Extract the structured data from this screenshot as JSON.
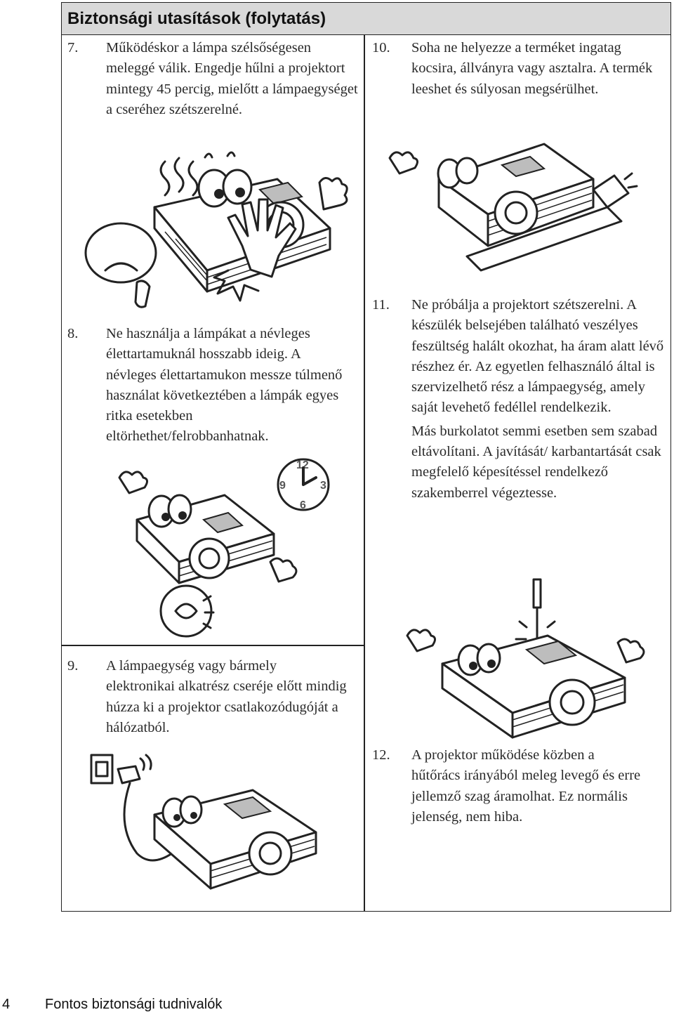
{
  "header": {
    "title": "Biztonsági utasítások (folytatás)"
  },
  "items": [
    {
      "num": "7.",
      "paragraphs": [
        "Működéskor a lámpa szélsőségesen meleggé válik. Engedje hűlni a projektort mintegy 45 percig, mielőtt a lámpaegységet a cseréhez szétszerelné."
      ]
    },
    {
      "num": "8.",
      "paragraphs": [
        "Ne használja a lámpákat a névleges élettartamuknál hosszabb ideig. A névleges élettartamukon messze túlmenő használat következtében a lámpák egyes ritka esetekben eltörhethet/felrobbanhatnak."
      ]
    },
    {
      "num": "9.",
      "paragraphs": [
        "A lámpaegység vagy bármely elektronikai alkatrész cseréje előtt mindig húzza ki a projektor csatlakozódugóját a hálózatból."
      ]
    },
    {
      "num": "10.",
      "paragraphs": [
        "Soha ne helyezze a terméket ingatag kocsira, állványra vagy asztalra. A termék leeshet és súlyosan megsérülhet."
      ]
    },
    {
      "num": "11.",
      "paragraphs": [
        "Ne próbálja a projektort szétszerelni. A készülék belsejében található veszélyes feszültség halált okozhat, ha áram alatt lévő részhez ér. Az egyetlen felhasználó által is szervizelhető rész a lámpaegység, amely saját levehető fedéllel rendelkezik.",
        "Más burkolatot semmi esetben sem szabad eltávolítani. A javítását/ karbantartását csak megfelelő képesítéssel rendelkező szakemberrel végeztesse."
      ]
    },
    {
      "num": "12.",
      "paragraphs": [
        "A projektor működése közben a hűtőrács irányából meleg levegő és erre jellemző szag áramolhat. Ez normális jelenség, nem hiba."
      ]
    }
  ],
  "clock": {
    "n12": "12",
    "n3": "3",
    "n6": "6",
    "n9": "9"
  },
  "footer": {
    "page": "4",
    "section": "Fontos biztonsági tudnivalók"
  }
}
